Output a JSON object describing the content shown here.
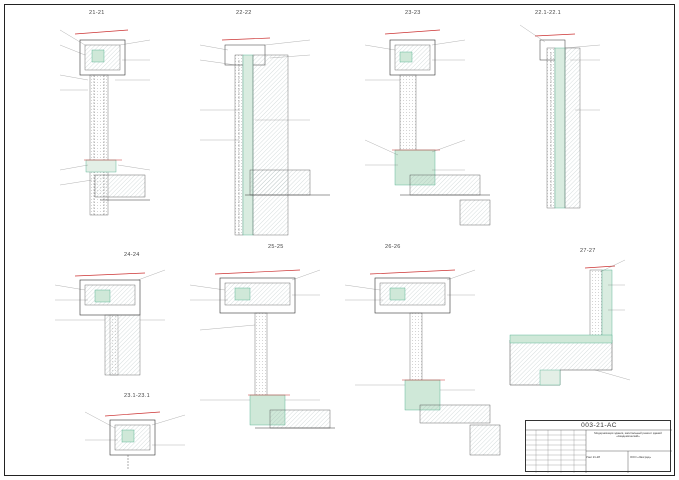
{
  "sections": {
    "s21": "21-21",
    "s22": "22-22",
    "s23": "23-23",
    "s221": "22.1-22.1",
    "s24": "24-24",
    "s25": "25-25",
    "s26": "26-26",
    "s27": "27-27",
    "s231": "23.1-23.1"
  },
  "stamp": {
    "code": "003-21-АС",
    "description": "Модернизация здания, капитальный ремонт зданий «Академический»",
    "sheet_name": "Узел 21-28",
    "org": "ООО «Экоград»"
  }
}
